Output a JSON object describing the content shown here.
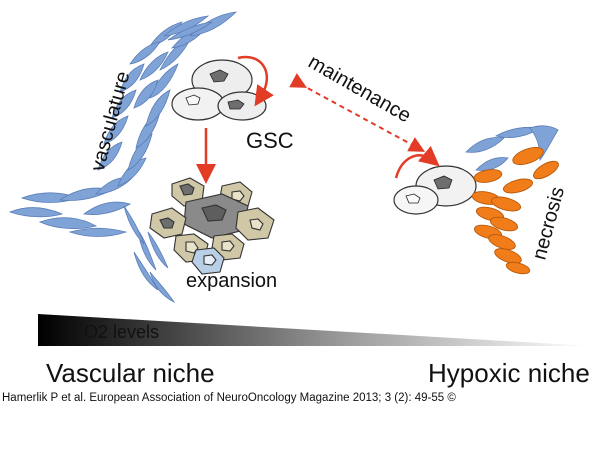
{
  "labels": {
    "vasculature": "vasculature",
    "gsc": "GSC",
    "maintenance": "maintenance",
    "necrosis": "necrosis",
    "expansion": "expansion",
    "o2_levels": "O2 levels",
    "vascular_niche": "Vascular niche",
    "hypoxic_niche": "Hypoxic niche"
  },
  "citation": "Hamerlik P et al. European Association of NeuroOncology Magazine 2013; 3 (2): 49-55 ©",
  "colors": {
    "vessel": "#7fa3d6",
    "vessel_stroke": "#5b7fb8",
    "necrotic_cell": "#f07c1a",
    "necrotic_stroke": "#b85a0c",
    "gsc_cell": "#eeeeee",
    "arrow_red": "#e23b26",
    "tumor_cell": "#cfc7a6",
    "nucleus_dark": "#6e6e6e",
    "gradient_start": "#000000",
    "gradient_end": "#ffffff"
  }
}
